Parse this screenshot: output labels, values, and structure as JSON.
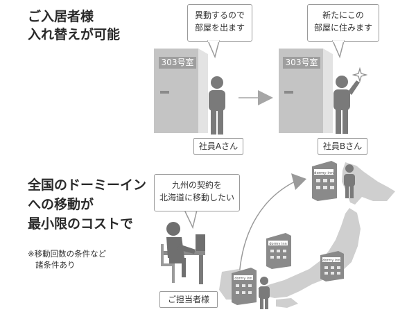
{
  "top": {
    "title_line1": "ご入居者様",
    "title_line2": "入れ替えが可能",
    "bubble_left_line1": "異動するので",
    "bubble_left_line2": "部屋を出ます",
    "bubble_right_line1": "新たにこの",
    "bubble_right_line2": "部屋に住みます",
    "door_left_label": "303号室",
    "door_right_label": "303号室",
    "person_left_caption": "社員Aさん",
    "person_right_caption": "社員Bさん"
  },
  "bottom": {
    "title_line1": "全国のドーミーイン",
    "title_line2": "への移動が",
    "title_line3": "最小限のコストで",
    "note_line1": "※移動回数の条件など",
    "note_line2": "諸条件あり",
    "bubble_line1": "九州の契約を",
    "bubble_line2": "北海道に移動したい",
    "staff_caption": "ご担当者様",
    "building_sign": "dormy inn"
  },
  "colors": {
    "gray_dark": "#7a7a7a",
    "gray_mid": "#a6a6a6",
    "gray_light": "#d0d0d0",
    "gray_map": "#cfcfcf",
    "border": "#9a9a9a"
  }
}
